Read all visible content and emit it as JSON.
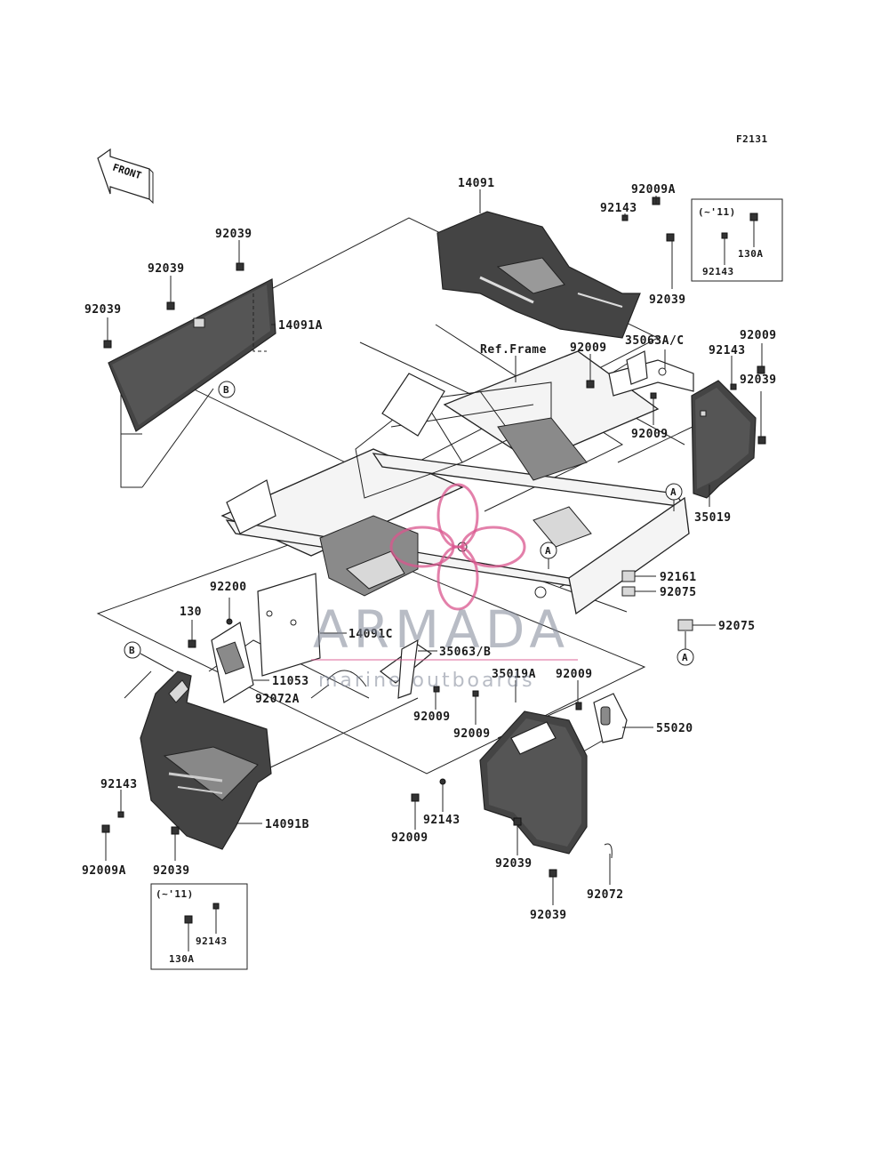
{
  "diagram_id": "F2131",
  "front_label": "FRONT",
  "ref_frame_label": "Ref.Frame",
  "callouts": {
    "a1": "A",
    "a2": "A",
    "a3": "A",
    "b1": "B",
    "b2": "B"
  },
  "inset_top": {
    "title": "(~'11)",
    "part_a": "130A",
    "part_b": "92143"
  },
  "inset_bottom": {
    "title": "(~'11)",
    "part_a": "92143",
    "part_b": "130A"
  },
  "parts": {
    "p_14091": "14091",
    "p_92009A_top": "92009A",
    "p_92143_top": "92143",
    "p_92039_top_right": "92039",
    "p_92039_a": "92039",
    "p_92039_b": "92039",
    "p_92039_c": "92039",
    "p_14091A": "14091A",
    "p_92009_mid": "92009",
    "p_35063AC": "35063A/C",
    "p_92009_right": "92009",
    "p_92143_right": "92143",
    "p_92039_right": "92039",
    "p_92009_mid2": "92009",
    "p_35019": "35019",
    "p_92161": "92161",
    "p_92075_a": "92075",
    "p_92075_b": "92075",
    "p_92200": "92200",
    "p_130": "130",
    "p_14091C": "14091C",
    "p_35063B": "35063/B",
    "p_11053": "11053",
    "p_92072A": "92072A",
    "p_35019A": "35019A",
    "p_92009_r2": "92009",
    "p_92009_c1": "92009",
    "p_92009_c2": "92009",
    "p_55020": "55020",
    "p_92143_left": "92143",
    "p_14091B": "14091B",
    "p_92009A_left": "92009A",
    "p_92039_left": "92039",
    "p_92143_bottom": "92143",
    "p_92009_bottom": "92009",
    "p_92039_bottom1": "92039",
    "p_92039_bottom2": "92039",
    "p_92072": "92072"
  },
  "watermark": {
    "brand": "ARMADA",
    "tagline": "marine outboards",
    "color": "#7d8596",
    "accent": "#d9558e"
  }
}
